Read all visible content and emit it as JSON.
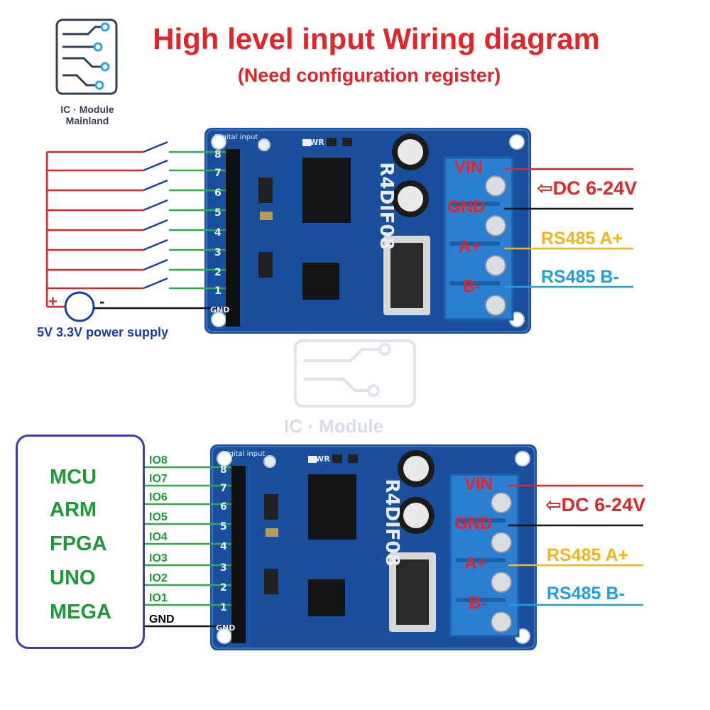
{
  "title": "High level input Wiring diagram",
  "subtitle": "(Need configuration register)",
  "logo": {
    "line1": "IC · Module",
    "line2": "Mainland",
    "icon": "circuit-board-icon"
  },
  "watermark": "IC · Module",
  "board": {
    "model": "R4DIF08",
    "pwr_label": "PWR",
    "header_title": "Digital input",
    "pins": [
      "8",
      "7",
      "6",
      "5",
      "4",
      "3",
      "2",
      "1",
      "GND"
    ],
    "terminal_labels": [
      "VIN",
      "GND",
      "A+",
      "B-"
    ]
  },
  "diagram1": {
    "power_supply_label": "5V 3.3V power supply",
    "plus": "+",
    "minus": "-",
    "dc_label": "⇦DC 6-24V",
    "rs485_a": "RS485 A+",
    "rs485_b": "RS485 B-"
  },
  "diagram2": {
    "mcu_list": [
      "MCU",
      "ARM",
      "FPGA",
      "UNO",
      "MEGA"
    ],
    "io_labels": [
      "IO8",
      "IO7",
      "IO6",
      "IO5",
      "IO4",
      "IO3",
      "IO2",
      "IO1"
    ],
    "gnd_label": "GND",
    "dc_label": "⇦DC 6-24V",
    "rs485_a": "RS485 A+",
    "rs485_b": "RS485 B-"
  },
  "colors": {
    "title_red": "#e0262b",
    "wire_red": "#e0262b",
    "wire_green": "#2faa4a",
    "wire_black": "#111111",
    "wire_yellow": "#f2b61c",
    "wire_blue": "#1f9fe0",
    "pcb_blue": "#1a4f9e",
    "terminal_blue": "#2a7fd0"
  }
}
